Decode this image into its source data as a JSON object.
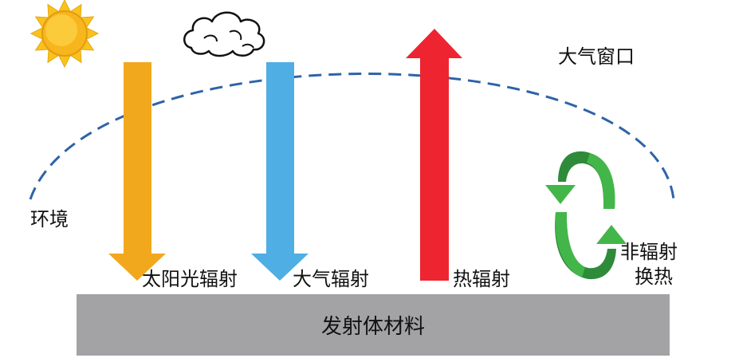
{
  "diagram": {
    "labels": {
      "window": "大气窗口",
      "environment": "环境",
      "solar": "太阳光辐射",
      "atmospheric": "大气辐射",
      "thermal": "热辐射",
      "non_radiative_line1": "非辐射",
      "non_radiative_line2": "换热",
      "material": "发射体材料"
    },
    "colors": {
      "solar_arrow": "#F2A81D",
      "atmospheric_arrow": "#4FAEE3",
      "thermal_arrow": "#EE2431",
      "cycle_light": "#43B649",
      "cycle_dark": "#2E8B3A",
      "dashed_arc": "#2E63A8",
      "material": "#A3A3A6",
      "sun": "#F9C21D"
    },
    "icons": [
      "sun-icon",
      "cloud-icon",
      "cycle-arrows-icon"
    ]
  }
}
